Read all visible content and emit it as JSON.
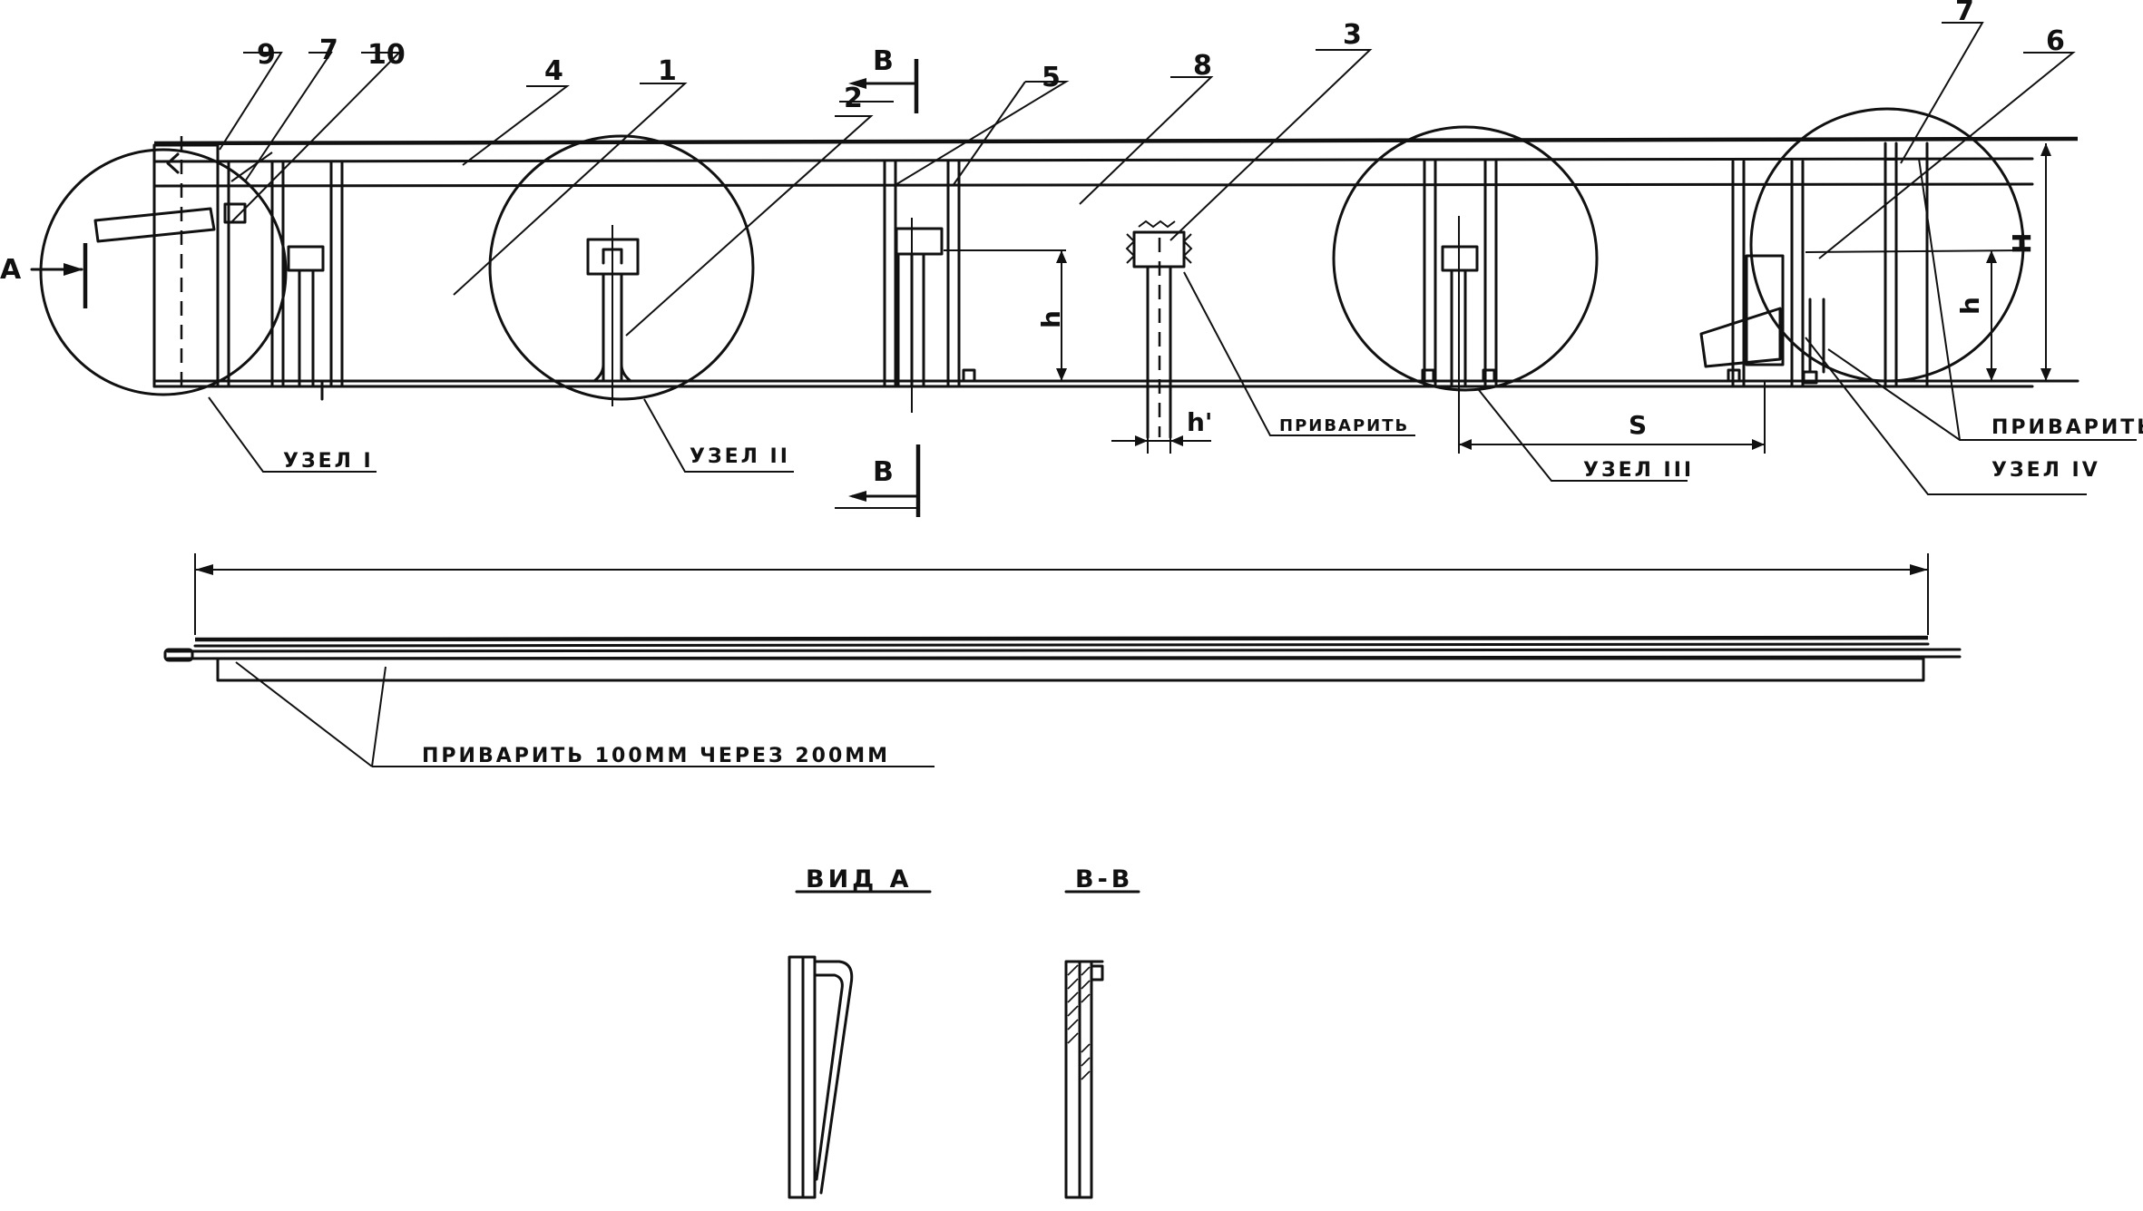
{
  "labels": {
    "part_1": "1",
    "part_2": "2",
    "part_3": "3",
    "part_4": "4",
    "part_5": "5",
    "part_6": "6",
    "part_7_left": "7",
    "part_7_right": "7",
    "part_8": "8",
    "part_9": "9",
    "part_10": "10",
    "section_top": "В",
    "section_bottom": "В",
    "view_a": "А",
    "node_1": "УЗЕЛ I",
    "node_2": "УЗЕЛ II",
    "node_3": "УЗЕЛ III",
    "node_4": "УЗЕЛ IV",
    "weld_note_mid": "ПРИВАРИТЬ",
    "weld_note_right": "ПРИВАРИТЬ",
    "weld_note_bottom": "ПРИВАРИТЬ 100ММ ЧЕРЕЗ 200ММ"
  },
  "dimensions": {
    "h_left": "h",
    "h_right": "h",
    "H": "H",
    "h_prime": "h'",
    "S": "S"
  },
  "details": {
    "view_a_title": "ВИД А",
    "section_title": "В-В"
  }
}
